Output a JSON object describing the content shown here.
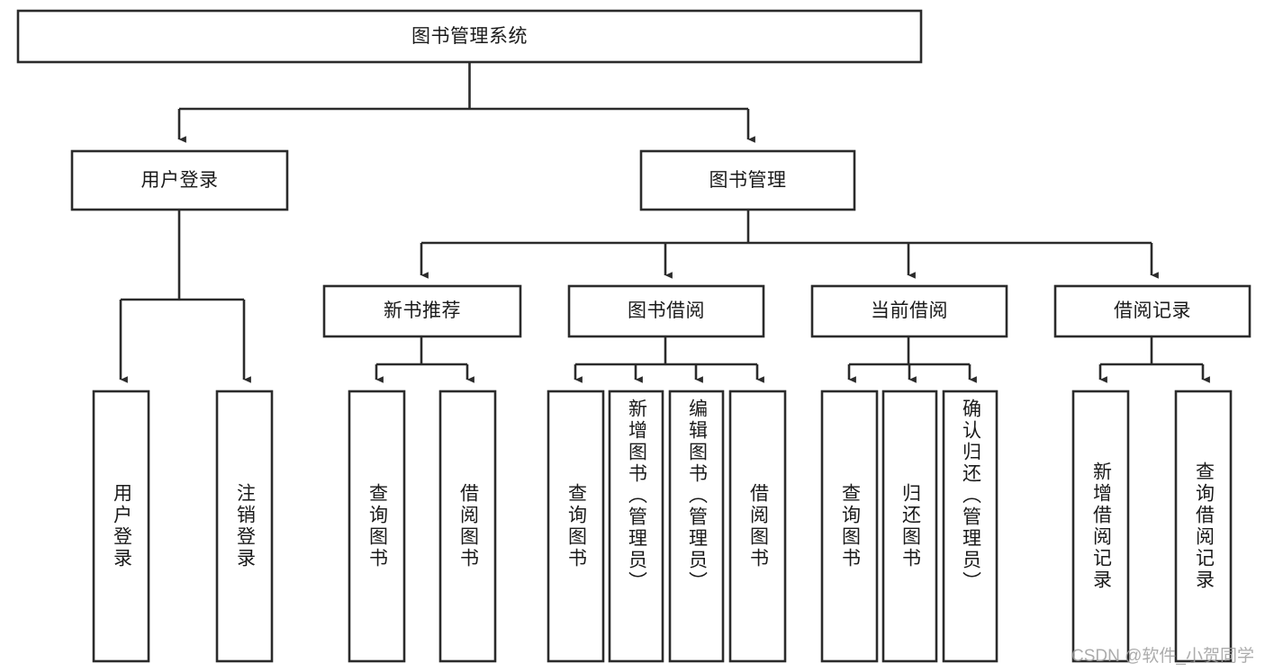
{
  "diagram": {
    "type": "tree-hierarchy",
    "title": "图书管理系统",
    "root": {
      "label": "图书管理系统",
      "level": 1
    },
    "level2": [
      {
        "label": "用户登录"
      },
      {
        "label": "图书管理"
      }
    ],
    "level3": [
      {
        "label": "新书推荐",
        "parent": "图书管理"
      },
      {
        "label": "图书借阅",
        "parent": "图书管理"
      },
      {
        "label": "当前借阅",
        "parent": "图书管理"
      },
      {
        "label": "借阅记录",
        "parent": "图书管理"
      }
    ],
    "leaves": {
      "user_login": [
        {
          "label": "用户登录"
        },
        {
          "label": "注销登录"
        }
      ],
      "new_book_recommend": [
        {
          "label": "查询图书"
        },
        {
          "label": "借阅图书"
        }
      ],
      "book_borrow": [
        {
          "label": "查询图书"
        },
        {
          "label": "新增图书（管理员）"
        },
        {
          "label": "编辑图书（管理员）"
        },
        {
          "label": "借阅图书"
        }
      ],
      "current_borrow": [
        {
          "label": "查询图书"
        },
        {
          "label": "归还图书"
        },
        {
          "label": "确认归还（管理员）"
        }
      ],
      "borrow_record": [
        {
          "label": "新增借阅记录"
        },
        {
          "label": "查询借阅记录"
        }
      ]
    },
    "watermark": "CSDN @软件_小贺同学",
    "colors": {
      "stroke": "#2b2b2b",
      "fill": "#ffffff",
      "text": "#1a1a1a",
      "watermark": "#9e9e9e",
      "background": "#ffffff"
    }
  }
}
